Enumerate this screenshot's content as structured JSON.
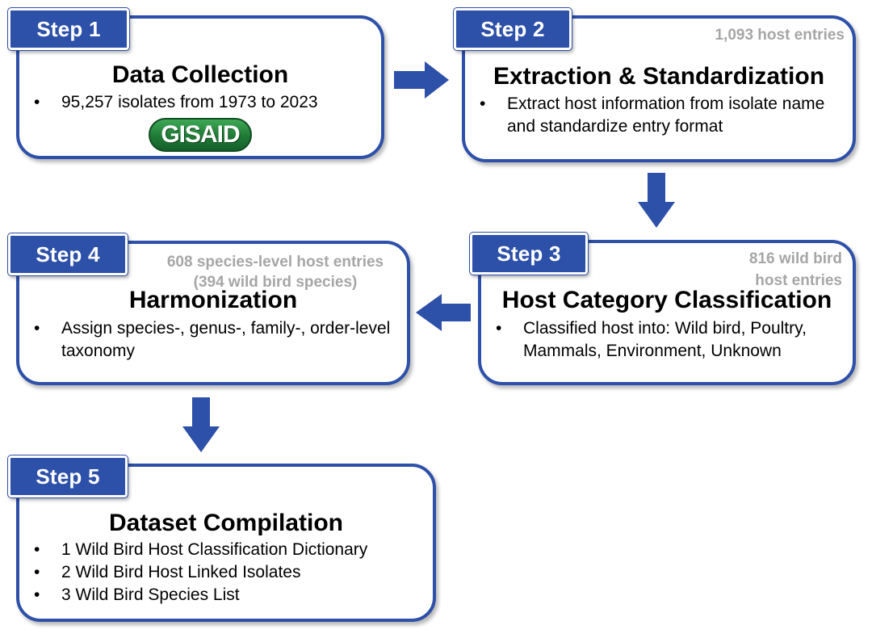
{
  "colors": {
    "accent": "#2d50a8",
    "note_gray": "#a6a6a6",
    "logo_green": "#1f7a36"
  },
  "steps": [
    {
      "tab": "Step 1",
      "title": "Data Collection",
      "bullets": [
        "95,257 isolates from 1973 to 2023"
      ],
      "logo": "GISAID"
    },
    {
      "tab": "Step 2",
      "title": "Extraction & Standardization",
      "note": "1,093 host entries",
      "bullets": [
        "Extract host information from isolate name and standardize entry format"
      ]
    },
    {
      "tab": "Step 3",
      "title": "Host Category Classification",
      "note": "816 wild bird host entries",
      "bullets": [
        "Classified host into: Wild bird, Poultry, Mammals, Environment, Unknown"
      ]
    },
    {
      "tab": "Step 4",
      "title": "Harmonization",
      "note_line1": "608 species-level host entries",
      "note_line2": "(394 wild bird species)",
      "bullets": [
        "Assign species-, genus-, family-, order-level taxonomy"
      ]
    },
    {
      "tab": "Step 5",
      "title": "Dataset Compilation",
      "bullets": [
        "1 Wild Bird Host Classification Dictionary",
        "2 Wild Bird Host Linked Isolates",
        "3 Wild Bird Species List"
      ]
    }
  ],
  "bullet_char": "•"
}
